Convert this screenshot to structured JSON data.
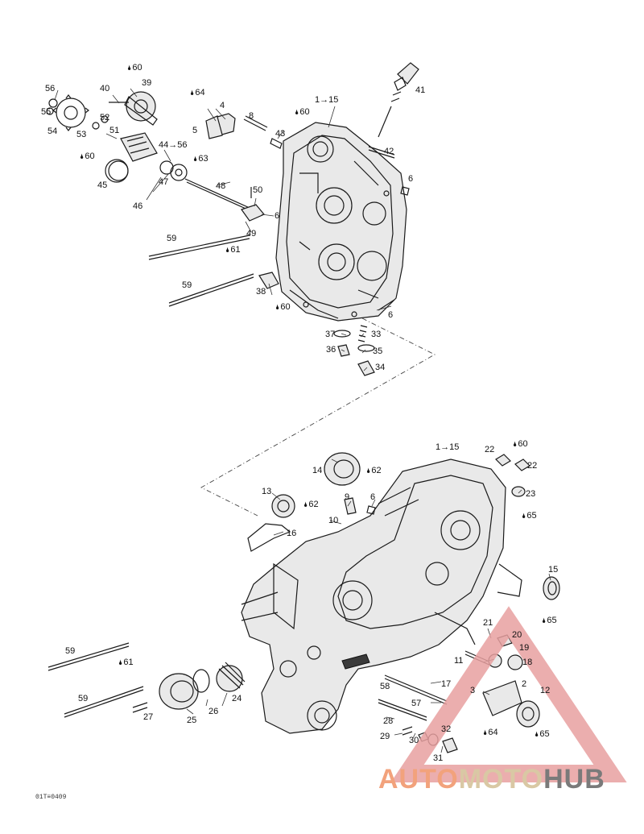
{
  "diagram": {
    "labels": [
      {
        "text": "60",
        "drop": true
      },
      {
        "text": "40"
      },
      {
        "text": "39"
      },
      {
        "text": "56"
      },
      {
        "text": "55"
      },
      {
        "text": "54"
      },
      {
        "text": "64",
        "drop": true
      },
      {
        "text": "4"
      },
      {
        "text": "8"
      },
      {
        "text": "1→15"
      },
      {
        "text": "41"
      },
      {
        "text": "52"
      },
      {
        "text": "53"
      },
      {
        "text": "51"
      },
      {
        "text": "5"
      },
      {
        "text": "60",
        "drop": true
      },
      {
        "text": "43"
      },
      {
        "text": "60",
        "drop": true
      },
      {
        "text": "44→56"
      },
      {
        "text": "63",
        "drop": true
      },
      {
        "text": "42"
      },
      {
        "text": "45"
      },
      {
        "text": "47"
      },
      {
        "text": "6"
      },
      {
        "text": "46"
      },
      {
        "text": "48"
      },
      {
        "text": "50"
      },
      {
        "text": "6"
      },
      {
        "text": "49"
      },
      {
        "text": "59"
      },
      {
        "text": "61",
        "drop": true
      },
      {
        "text": "59"
      },
      {
        "text": "38"
      },
      {
        "text": "60",
        "drop": true
      },
      {
        "text": "6"
      },
      {
        "text": "37"
      },
      {
        "text": "33"
      },
      {
        "text": "36"
      },
      {
        "text": "35"
      },
      {
        "text": "34"
      },
      {
        "text": "1→15"
      },
      {
        "text": "22"
      },
      {
        "text": "60",
        "drop": true
      },
      {
        "text": "14"
      },
      {
        "text": "62",
        "drop": true
      },
      {
        "text": "22"
      },
      {
        "text": "13"
      },
      {
        "text": "9"
      },
      {
        "text": "6"
      },
      {
        "text": "23"
      },
      {
        "text": "62",
        "drop": true
      },
      {
        "text": "65",
        "drop": true
      },
      {
        "text": "10"
      },
      {
        "text": "16"
      },
      {
        "text": "15"
      },
      {
        "text": "65",
        "drop": true
      },
      {
        "text": "21"
      },
      {
        "text": "20"
      },
      {
        "text": "19"
      },
      {
        "text": "11"
      },
      {
        "text": "18"
      },
      {
        "text": "59"
      },
      {
        "text": "61",
        "drop": true
      },
      {
        "text": "2"
      },
      {
        "text": "17"
      },
      {
        "text": "58"
      },
      {
        "text": "3"
      },
      {
        "text": "12"
      },
      {
        "text": "59"
      },
      {
        "text": "57"
      },
      {
        "text": "24"
      },
      {
        "text": "27"
      },
      {
        "text": "26"
      },
      {
        "text": "25"
      },
      {
        "text": "28"
      },
      {
        "text": "32"
      },
      {
        "text": "64",
        "drop": true
      },
      {
        "text": "65",
        "drop": true
      },
      {
        "text": "29"
      },
      {
        "text": "30"
      },
      {
        "text": "31"
      }
    ],
    "drop_glyph": "🌢",
    "ref_code": "01T≡0409"
  },
  "watermark": {
    "part1": "AUTO",
    "part2": "MOTO",
    "part3": "HUB",
    "colors": {
      "triangle": "#e8a0a0",
      "part1": "#f2a27c",
      "part2": "#d9c8a4",
      "part3": "#7a7a7a"
    }
  }
}
